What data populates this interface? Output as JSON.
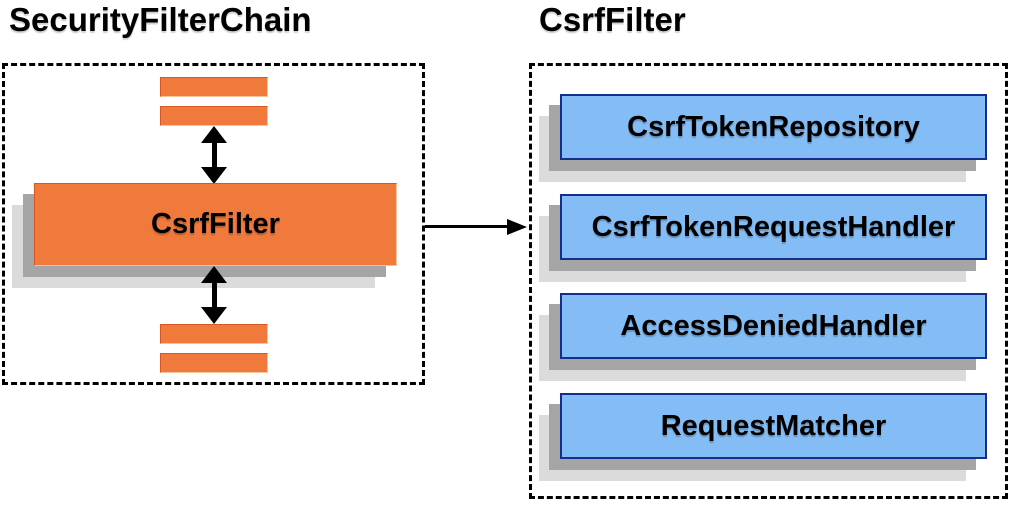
{
  "left_panel": {
    "title": "SecurityFilterChain",
    "filter_label": "CsrfFilter"
  },
  "right_panel": {
    "title": "CsrfFilter",
    "components": [
      {
        "label": "CsrfTokenRepository"
      },
      {
        "label": "CsrfTokenRequestHandler"
      },
      {
        "label": "AccessDeniedHandler"
      },
      {
        "label": "RequestMatcher"
      }
    ]
  },
  "colors": {
    "orange_fill": "#F0793C",
    "orange_border_dark": "#D8561F",
    "orange_border_light": "#F8C49E",
    "blue_fill": "#84BDF5",
    "blue_border": "#132E8C",
    "shadow_dark": "#A5A5A5",
    "shadow_light": "#DBDBDB",
    "arrow": "#000000",
    "text": "#000000"
  }
}
